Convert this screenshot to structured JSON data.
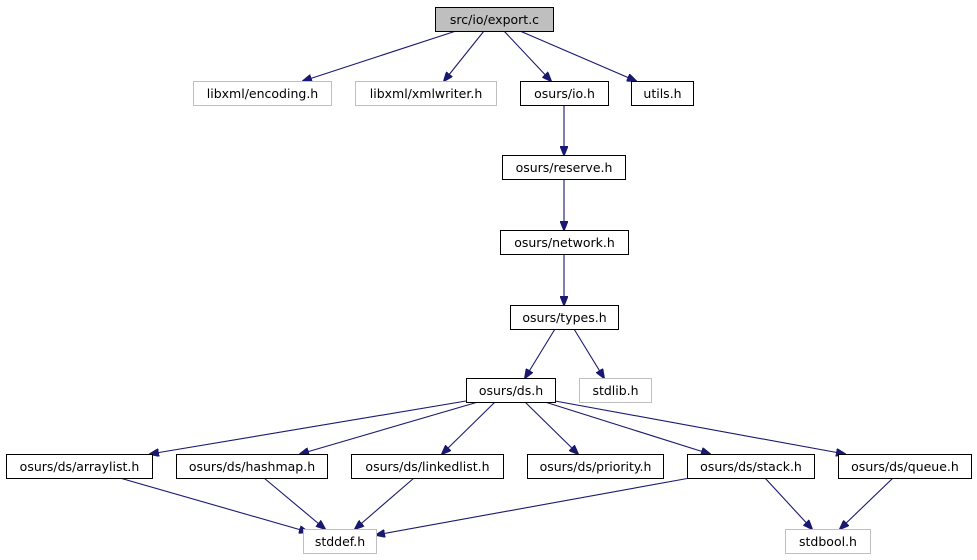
{
  "nodes": [
    {
      "id": "export_c",
      "label": "src/io/export.c",
      "kind": "root"
    },
    {
      "id": "encoding",
      "label": "libxml/encoding.h",
      "kind": "external"
    },
    {
      "id": "xmlwriter",
      "label": "libxml/xmlwriter.h",
      "kind": "external"
    },
    {
      "id": "io",
      "label": "osurs/io.h",
      "kind": "internal"
    },
    {
      "id": "utils",
      "label": "utils.h",
      "kind": "internal"
    },
    {
      "id": "reserve",
      "label": "osurs/reserve.h",
      "kind": "internal"
    },
    {
      "id": "network",
      "label": "osurs/network.h",
      "kind": "internal"
    },
    {
      "id": "types",
      "label": "osurs/types.h",
      "kind": "internal"
    },
    {
      "id": "ds",
      "label": "osurs/ds.h",
      "kind": "internal"
    },
    {
      "id": "stdlib",
      "label": "stdlib.h",
      "kind": "external"
    },
    {
      "id": "arraylist",
      "label": "osurs/ds/arraylist.h",
      "kind": "internal"
    },
    {
      "id": "hashmap",
      "label": "osurs/ds/hashmap.h",
      "kind": "internal"
    },
    {
      "id": "linkedlist",
      "label": "osurs/ds/linkedlist.h",
      "kind": "internal"
    },
    {
      "id": "priority",
      "label": "osurs/ds/priority.h",
      "kind": "internal"
    },
    {
      "id": "stack",
      "label": "osurs/ds/stack.h",
      "kind": "internal"
    },
    {
      "id": "queue",
      "label": "osurs/ds/queue.h",
      "kind": "internal"
    },
    {
      "id": "stddef",
      "label": "stddef.h",
      "kind": "external"
    },
    {
      "id": "stdbool",
      "label": "stdbool.h",
      "kind": "external"
    }
  ],
  "edges": [
    [
      "export_c",
      "encoding"
    ],
    [
      "export_c",
      "xmlwriter"
    ],
    [
      "export_c",
      "io"
    ],
    [
      "export_c",
      "utils"
    ],
    [
      "io",
      "reserve"
    ],
    [
      "reserve",
      "network"
    ],
    [
      "network",
      "types"
    ],
    [
      "types",
      "ds"
    ],
    [
      "types",
      "stdlib"
    ],
    [
      "ds",
      "arraylist"
    ],
    [
      "ds",
      "hashmap"
    ],
    [
      "ds",
      "linkedlist"
    ],
    [
      "ds",
      "priority"
    ],
    [
      "ds",
      "stack"
    ],
    [
      "ds",
      "queue"
    ],
    [
      "arraylist",
      "stddef"
    ],
    [
      "hashmap",
      "stddef"
    ],
    [
      "linkedlist",
      "stddef"
    ],
    [
      "stack",
      "stddef"
    ],
    [
      "stack",
      "stdbool"
    ],
    [
      "queue",
      "stdbool"
    ]
  ],
  "colors": {
    "edge": "#191970",
    "external_border": "#bfbfbf",
    "root_fill": "#bfbfbf"
  }
}
